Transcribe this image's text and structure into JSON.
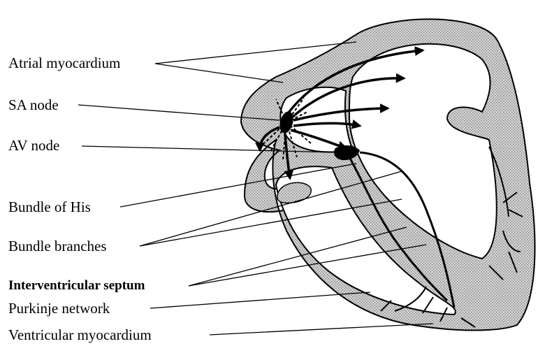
{
  "labels": {
    "atrial_myocardium": "Atrial myocardium",
    "sa_node": "SA node",
    "av_node": "AV node",
    "bundle_of_his": "Bundle of His",
    "bundle_branches": "Bundle branches",
    "interventricular_septum": "Interventricular septum",
    "purkinje_network": "Purkinje network",
    "ventricular_myocardium": "Ventricular myocardium"
  },
  "colors": {
    "tissue_fill": "#c8c8c8",
    "outline": "#000000",
    "chamber": "#ffffff"
  }
}
